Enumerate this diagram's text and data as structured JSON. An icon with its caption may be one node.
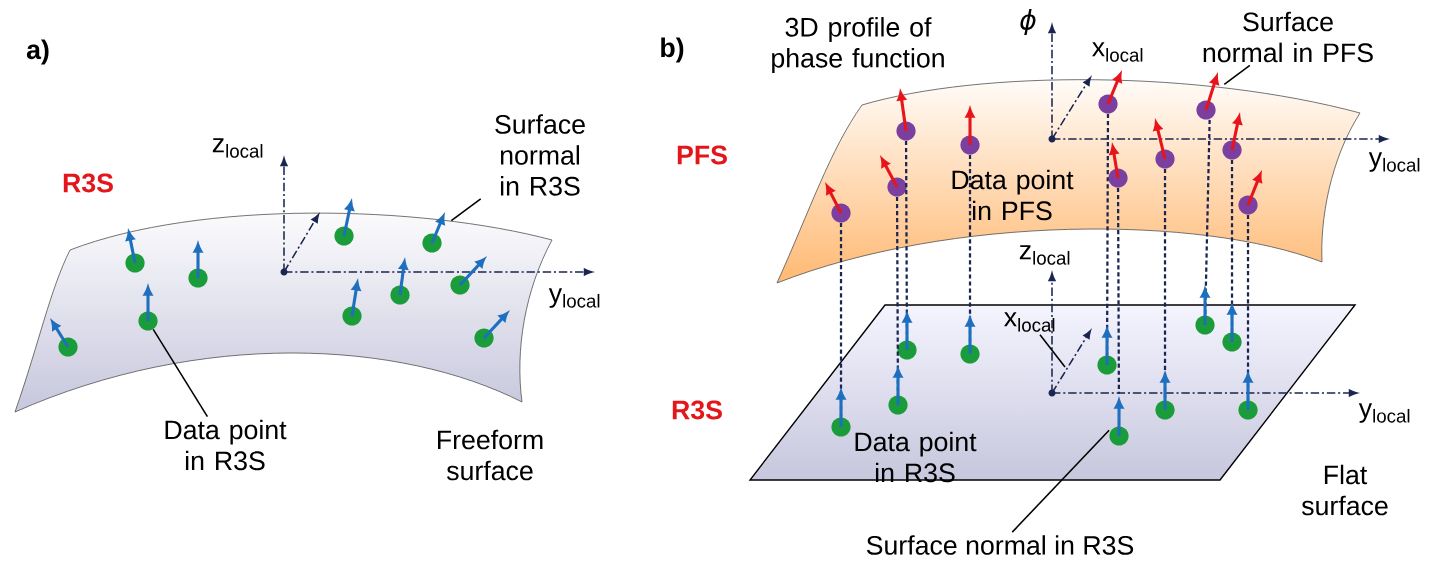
{
  "diagram": {
    "nodes": [
      {
        "text": [
          "Data point in R3S"
        ]
      },
      {
        "text": [],
        "shape": "circle"
      },
      {
        "text": [
          "Surface normal in R3S"
        ]
      },
      {
        "text": [],
        "shape": "arrow"
      },
      {
        "text": [
          "Surface normal in PFS"
        ]
      },
      {
        "text": [],
        "shape": "arrow"
      },
      {
        "text": [
          "Surface normal in R3S"
        ]
      },
      {
        "text": [],
        "shape": "arrow"
      },
      {
        "text": [
          "x$_{local}$"
        ]
      },
      {
        "text": [],
        "shape": "circle"
      },
      {
        "text": [],
        "shape": "circle"
      },
      {
        "text": [],
        "shape": "circle"
      },
      {
        "text": [],
        "shape": "circle"
      },
      {
        "text": [],
        "shape": "circle"
      },
      {
        "text": [],
        "shape": "circle"
      },
      {
        "text": [],
        "shape": "circle"
      },
      {
        "text": [],
        "shape": "circle"
      },
      {
        "text": [],
        "shape": "circle"
      },
      {
        "text": [],
        "shape": "circle"
      },
      {
        "text": [],
        "shape": "circle"
      },
      {
        "text": [],
        "shape": "circle"
      },
      {
        "text": [],
        "shape": "circle"
      },
      {
        "text": [],
        "shape": "circle"
      },
      {
        "text": [],
        "shape": "circle"
      },
      {
        "text": [],
        "shape": "circle"
      },
      {
        "text": [],
        "shape": "circle"
      },
      {
        "text": [],
        "shape": "circle"
      },
      {
        "text": [],
        "shape": "circle"
      },
      {
        "text": [],
        "shape": "circle"
      },
      {
        "text": [],
        "shape": "circle"
      },
      {
        "text": [],
        "shape": "circle"
      },
      {
        "text": [],
        "shape": "circle"
      },
      {
        "text": [],
        "shape": "circle"
      },
      {
        "text": [],
        "shape": "circle"
      },
      {
        "text": [],
        "shape": "circle"
      }
    ],
    "edges": [
      {
        "from": 0,
        "to": 1,
        "arrow": "none",
        "color": "#000000"
      },
      {
        "from": 2,
        "to": 3,
        "arrow": "none",
        "color": "#000000"
      },
      {
        "from": 4,
        "to": 5,
        "arrow": "none",
        "color": "#000000"
      },
      {
        "from": 6,
        "to": 7,
        "arrow": "none",
        "color": "#000000"
      },
      {
        "from": 8,
        "to": null,
        "arrow": "none",
        "color": "#000000"
      },
      {
        "from": 17,
        "to": 26,
        "arrow": "none",
        "style": "dashed"
      },
      {
        "from": 18,
        "to": 27,
        "arrow": "none",
        "style": "dashed"
      },
      {
        "from": 19,
        "to": 28,
        "arrow": "none",
        "style": "dashed"
      },
      {
        "from": 20,
        "to": 29,
        "arrow": "none",
        "style": "dashed"
      },
      {
        "from": 21,
        "to": 30,
        "arrow": "none",
        "style": "dashed"
      },
      {
        "from": 22,
        "to": 7,
        "arrow": "none",
        "style": "dashed"
      },
      {
        "from": 23,
        "to": 31,
        "arrow": "none",
        "style": "dashed"
      },
      {
        "from": 5,
        "to": 32,
        "arrow": "none",
        "style": "dashed"
      },
      {
        "from": 24,
        "to": 33,
        "arrow": "none",
        "style": "dashed"
      },
      {
        "from": 25,
        "to": 34,
        "arrow": "none",
        "style": "dashed"
      }
    ],
    "labels": [
      "a)",
      "R3S",
      "z$_{local}$",
      "y$_{local}$",
      "Freeform surface",
      "b)",
      "3D profile of phase function",
      "ϕ",
      "x$_{local}$",
      "PFS",
      "y$_{local}$",
      "Data point in PFS",
      "z$_{local}$",
      "R3S",
      "y$_{local}$",
      "Data point in R3S",
      "Flat surface"
    ]
  }
}
